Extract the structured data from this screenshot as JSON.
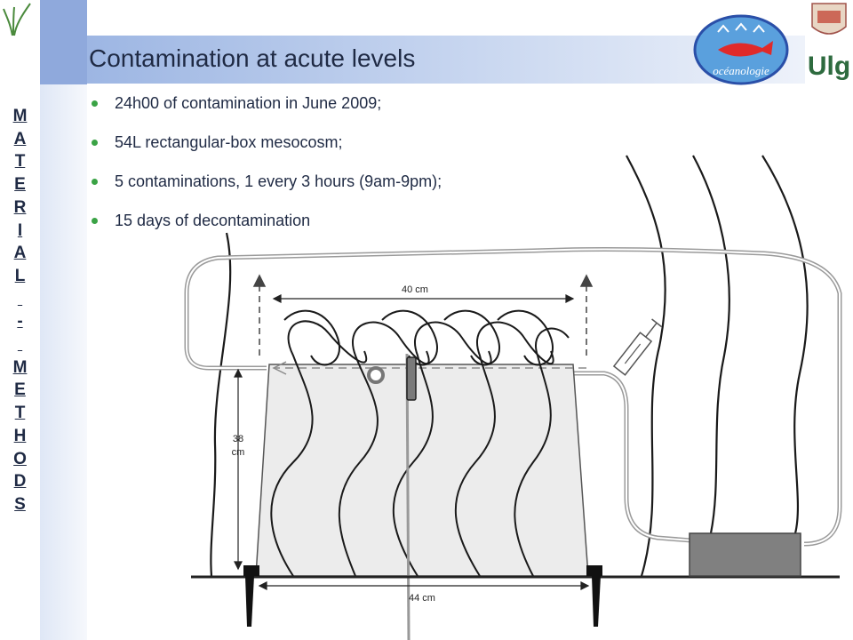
{
  "slide": {
    "title": "Contamination at acute levels",
    "section_letters": [
      "M",
      "A",
      "T",
      "E",
      "R",
      "I",
      "A",
      "L",
      "",
      "-",
      "",
      "M",
      "E",
      "T",
      "H",
      "O",
      "D",
      "S"
    ],
    "bullets": [
      "24h00 of contamination in June 2009;",
      "54L rectangular-box mesocosm;",
      "5 contaminations, 1 every 3 hours (9am-9pm);",
      "15 days of decontamination"
    ]
  },
  "diagram": {
    "top_width_label": "40 cm",
    "height_label_line1": "38",
    "height_label_line2": "cm",
    "bottom_width_label": "44 cm"
  },
  "logos": {
    "ocean_logo_text": "océanologie",
    "ulg_text": "Ulg"
  },
  "colors": {
    "header_gradient_start": "#9db6e3",
    "sidebar_strip": "#8fa9dc",
    "bullet_dot": "#3aa345",
    "text": "#1f2a44",
    "tank_fill": "#ececec",
    "box_fill": "#808080"
  }
}
